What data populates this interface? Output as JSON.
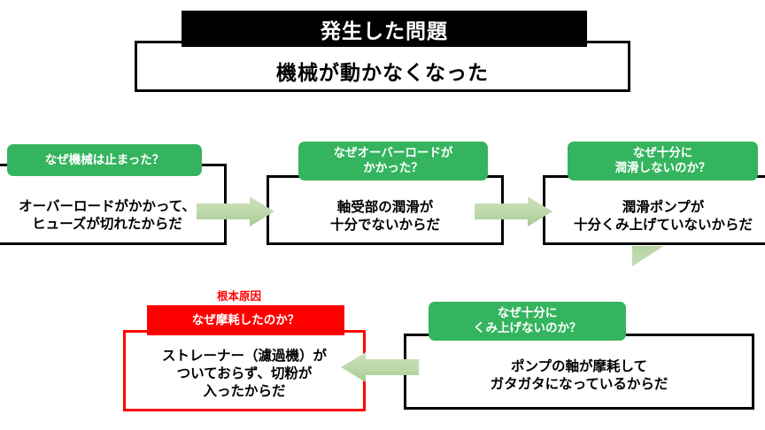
{
  "header": {
    "banner_label": "発生した問題",
    "problem_text": "機械が動かなくなった"
  },
  "colors": {
    "why_header_green": "#34b45e",
    "root_red": "#ff0000",
    "arrow_green_light": "#cfe3c0",
    "arrow_green_dark": "#a7ca8e",
    "box_border_black": "#000000",
    "banner_black": "#000000",
    "page_background": "#ffffff"
  },
  "root_cause_label": "根本原因",
  "whys": [
    {
      "id": "why-1",
      "question": "なぜ機械は止まった？",
      "answer": "オーバーロードがかかって、\nヒューズが切れたからだ",
      "kind": "normal"
    },
    {
      "id": "why-2",
      "question": "なぜオーバーロードが\nかかった？",
      "answer": "軸受部の潤滑が\n十分でないからだ",
      "kind": "normal"
    },
    {
      "id": "why-3",
      "question": "なぜ十分に\n潤滑しないのか？",
      "answer": "潤滑ポンプが\n十分くみ上げていないからだ",
      "kind": "normal"
    },
    {
      "id": "why-4",
      "question": "なぜ十分に\nくみ上げないのか？",
      "answer": "ポンプの軸が摩耗して\nガタガタになっているからだ",
      "kind": "normal"
    },
    {
      "id": "why-5",
      "question": "なぜ摩耗したのか？",
      "answer": "ストレーナー（濾過機）が\nついておらず、切粉が\n入ったからだ",
      "kind": "root"
    }
  ],
  "arrows": [
    {
      "name": "arrow-why1-to-why2",
      "direction": "right"
    },
    {
      "name": "arrow-why2-to-why3",
      "direction": "right"
    },
    {
      "name": "arrow-why3-to-why4",
      "direction": "down-left"
    },
    {
      "name": "arrow-why4-to-why5",
      "direction": "left"
    }
  ]
}
